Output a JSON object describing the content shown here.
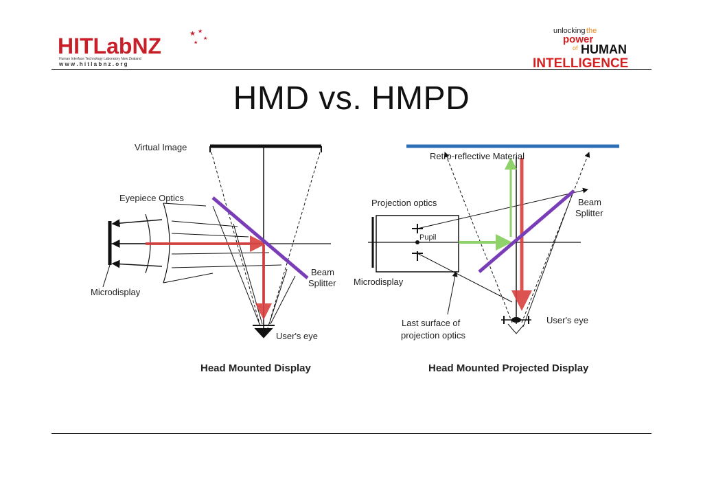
{
  "slide": {
    "title": "HMD vs. HMPD"
  },
  "logo_left": {
    "name": "HITLabNZ",
    "line1": "Human Interface Technology Laboratory New Zealand",
    "line2": "w w w . h i t l a b n z . o r g"
  },
  "logo_right": {
    "word1": "unlocking",
    "word2": "the",
    "word3": "power",
    "word4": "of",
    "word5": "HUMAN",
    "word6": "INTELLIGENCE"
  },
  "hmd": {
    "caption": "Head Mounted Display",
    "labels": {
      "virtual_image": "Virtual Image",
      "eyepiece_optics": "Eyepiece Optics",
      "microdisplay": "Microdisplay",
      "beam": "Beam",
      "splitter": "Splitter",
      "users_eye": "User's eye"
    }
  },
  "hmpd": {
    "caption": "Head Mounted Projected Display",
    "labels": {
      "retro_reflective": "Retro-reflective Material",
      "projection_optics": "Projection optics",
      "pupil": "Pupil",
      "microdisplay": "Microdisplay",
      "beam": "Beam",
      "splitter": "Splitter",
      "last_surface_1": "Last surface of",
      "last_surface_2": "projection optics",
      "users_eye": "User's eye"
    }
  },
  "colors": {
    "red_ray": "#d9403f",
    "green_ray": "#8fd16b",
    "beam_splitter": "#7a3db8",
    "retro_material": "#2f6fb5",
    "logo_red": "#d42020",
    "logo_orange": "#f08a1c"
  }
}
